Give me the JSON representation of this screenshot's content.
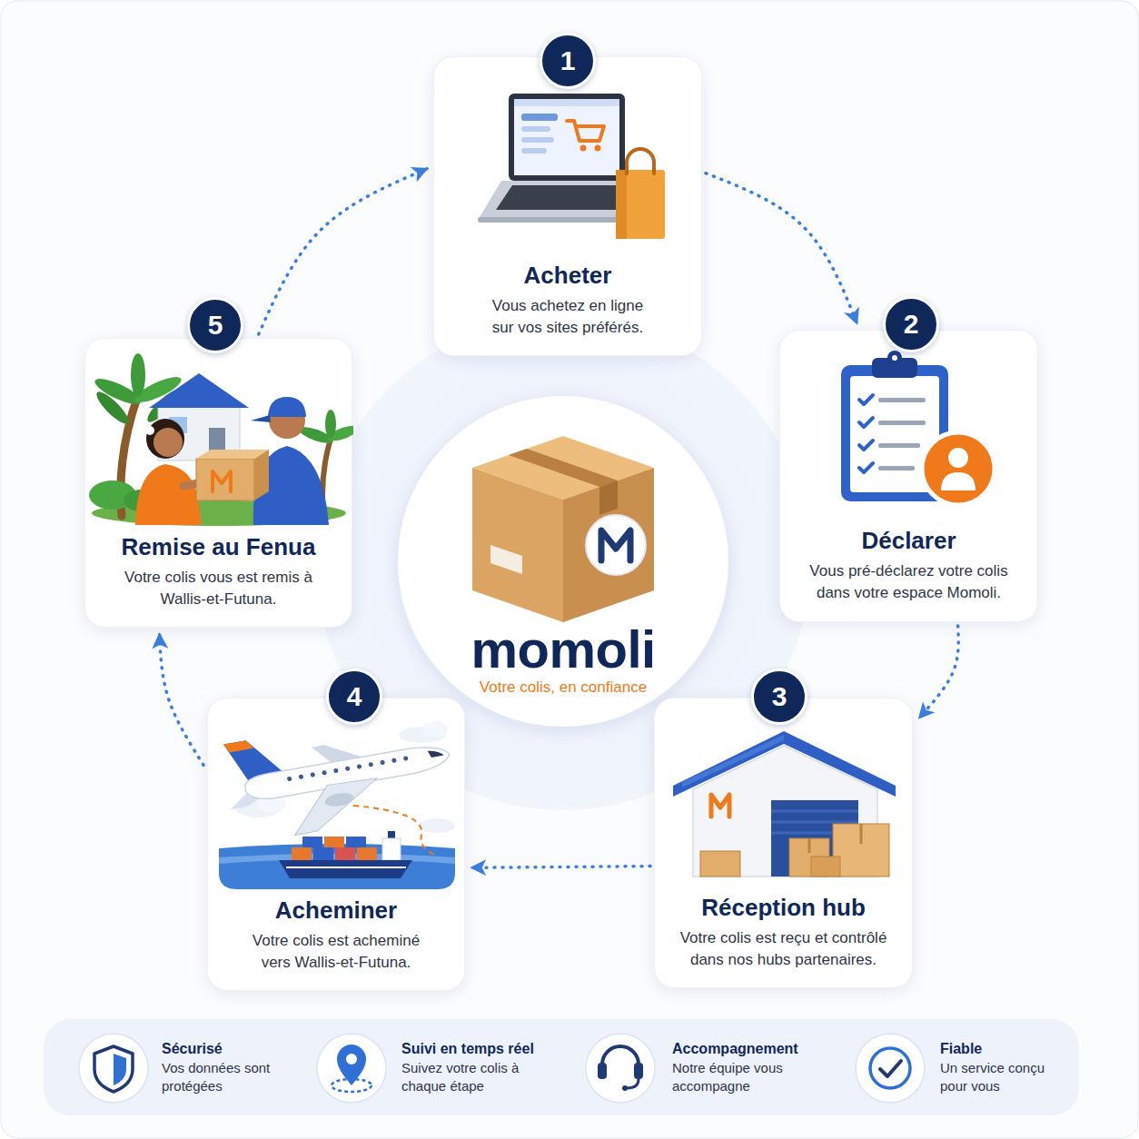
{
  "diagram": {
    "nodes": [
      {
        "text": [
          "Acheter",
          "Vous achetez en ligne sur vos sites préférés."
        ]
      },
      {
        "text": [
          "Déclarer",
          "Vous pré-déclarez votre colis dans votre espace Momoli."
        ]
      },
      {
        "text": [
          "Réception hub",
          "Votre colis est reçu et contrôlé dans nos hubs partenaires."
        ]
      },
      {
        "text": [
          "Acheminer",
          "Votre colis est acheminé vers Wallis-et-Futuna."
        ]
      },
      {
        "text": [
          "Remise au Fenua",
          "Votre colis vous est remis à Wallis-et-Futuna."
        ]
      },
      {
        "text": [
          "momoli",
          "Votre colis, en confiance"
        ]
      },
      {
        "text": [
          "Sécurisé",
          "Vos données sont protégées"
        ]
      },
      {
        "text": [
          "Suivi en temps réel",
          "Suivez votre colis à chaque étape"
        ]
      },
      {
        "text": [
          "Accompagnement",
          "Notre équipe vous accompagne"
        ]
      },
      {
        "text": [
          "Fiable",
          "Un service conçu pour vous"
        ]
      }
    ],
    "edges": [
      {
        "from": 0,
        "to": 1,
        "arrow": "to"
      },
      {
        "from": 1,
        "to": 2,
        "arrow": "to"
      },
      {
        "from": 2,
        "to": 3,
        "arrow": "to"
      },
      {
        "from": 3,
        "to": 4,
        "arrow": "to"
      },
      {
        "from": 4,
        "to": 0,
        "arrow": "to"
      }
    ],
    "labels": [
      "1",
      "2",
      "3",
      "4",
      "5"
    ]
  }
}
